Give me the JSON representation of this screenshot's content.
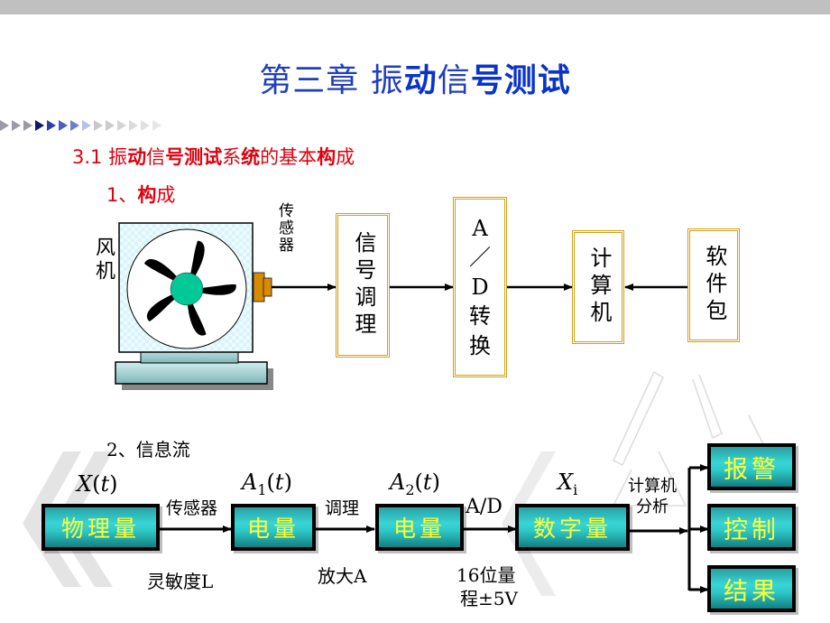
{
  "slide": {
    "title_parts": [
      "第三章 振",
      "动",
      "信",
      "号测试"
    ],
    "section_heading_parts": [
      "3.1 振",
      "动",
      "信",
      "号测试",
      "系",
      "统",
      "的基本",
      "构",
      "成"
    ],
    "subheading_1": {
      "number": "1、",
      "bold": "构",
      "rest": "成"
    },
    "subheading_2": "2、信息流",
    "decor_arrows": [
      "#9a9aa8",
      "#9a9aa8",
      "#9a9aa8",
      "#0a1a6e",
      "#2a3fa8",
      "#4a5fc0",
      "#6a7fd0",
      "#b8c2e8",
      "#c8c8c8",
      "#cccccc",
      "#d4d4d4",
      "#dadada",
      "#e0e0e0",
      "#e6e6e6"
    ]
  },
  "composition": {
    "fan_label": "风机",
    "sensor_label": "传感器",
    "blocks": [
      {
        "id": "signal-conditioning",
        "label": "信号调理"
      },
      {
        "id": "ad-conversion",
        "lines": [
          "A",
          "／",
          "D",
          "转",
          "换"
        ]
      },
      {
        "id": "computer",
        "label": "计算机"
      },
      {
        "id": "software-package",
        "label": "软件包"
      }
    ]
  },
  "info_flow": {
    "nodes": [
      {
        "id": "physical",
        "label": "物理量",
        "symbol": "X",
        "symbol_arg": "(t)",
        "symbol_sub": ""
      },
      {
        "id": "electrical-1",
        "label": "电量",
        "symbol": "A",
        "symbol_sub": "1",
        "symbol_arg": "(t)"
      },
      {
        "id": "electrical-2",
        "label": "电量",
        "symbol": "A",
        "symbol_sub": "2",
        "symbol_arg": "(t)"
      },
      {
        "id": "digital",
        "label": "数字量",
        "symbol": "X",
        "symbol_sub": "i",
        "symbol_arg": ""
      }
    ],
    "edges": [
      {
        "above": "传感器",
        "below": "灵敏度L"
      },
      {
        "above": "调理",
        "below": "放大A"
      },
      {
        "above": "A/D",
        "below_lines": [
          "16位量",
          "程±5V"
        ]
      },
      {
        "above_lines": [
          "计算机",
          "分析"
        ]
      }
    ],
    "outputs": [
      "报警",
      "控制",
      "结果"
    ]
  },
  "colors": {
    "title_blue": "#1f3fbf",
    "heading_red": "#e0000e",
    "teal_box": "#2ec6c6",
    "teal_text": "#ffff33",
    "gold_border": "#d4a017",
    "fan_hub": "#00c896",
    "sensor_orange": "#d98a00"
  }
}
